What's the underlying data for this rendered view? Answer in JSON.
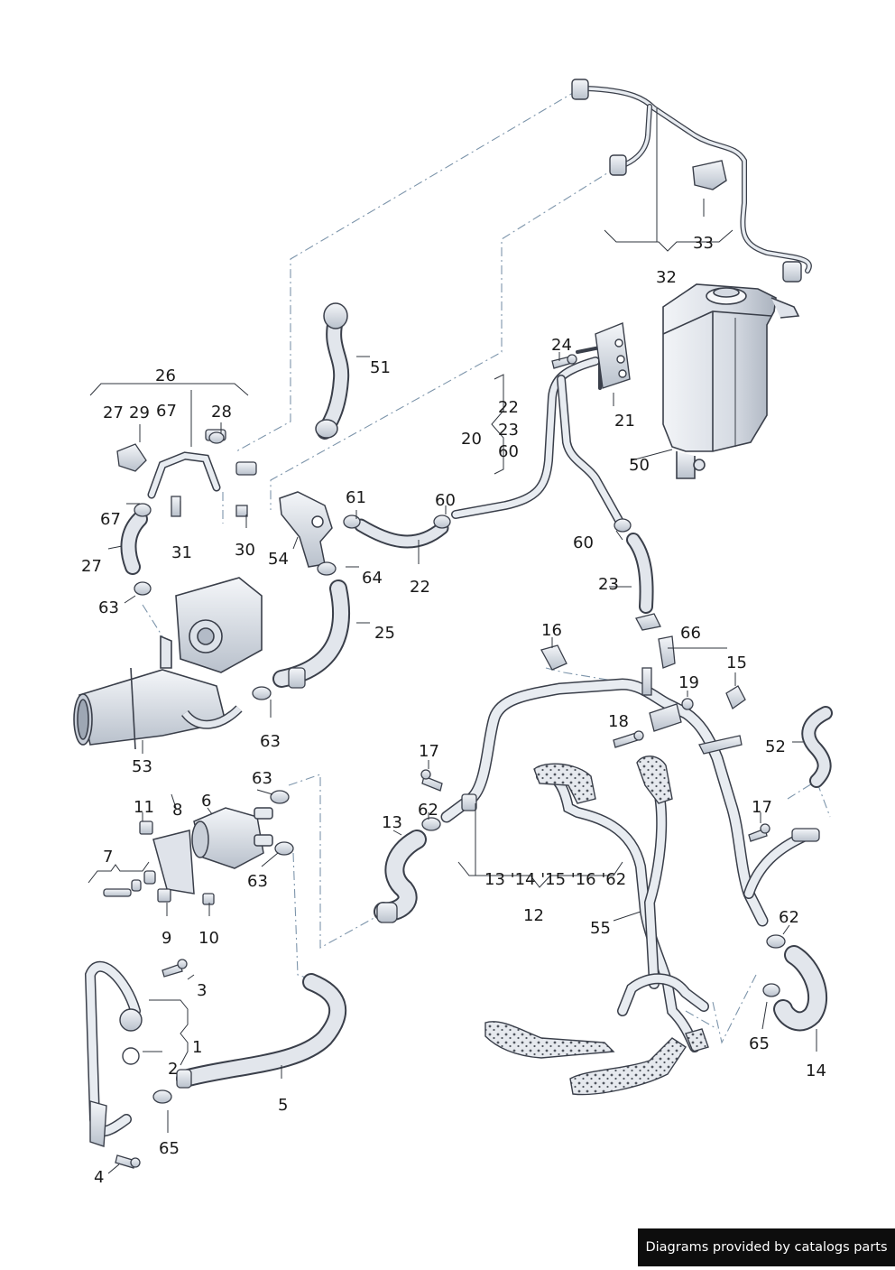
{
  "diagram": {
    "labels": [
      "1",
      "2",
      "3",
      "4",
      "5",
      "6",
      "7",
      "8",
      "9",
      "10",
      "11",
      "12",
      "13",
      "14",
      "16",
      "15",
      "17",
      "17",
      "18",
      "19",
      "20",
      "21",
      "22",
      "23",
      "60",
      "22",
      "23",
      "24",
      "25",
      "26",
      "27",
      "29",
      "67",
      "28",
      "27",
      "30",
      "31",
      "32",
      "33",
      "50",
      "51",
      "52",
      "53",
      "54",
      "55",
      "60",
      "60",
      "61",
      "62",
      "62",
      "63",
      "63",
      "63",
      "63",
      "64",
      "65",
      "65",
      "66",
      "67",
      "13 '14 '15 '16 '62"
    ],
    "parts": {
      "pump": "electric-coolant-pump",
      "reservoir": "expansion-tank",
      "egr": "egr-cooler-housing"
    }
  },
  "footer": {
    "text": "Diagrams provided by catalogs parts"
  },
  "colors": {
    "part_fill": "#e4e8ef",
    "part_stroke": "#3a3f4a",
    "shade": "#b8c0cc",
    "leader": "#6e8aa3",
    "dots": "#555a63"
  }
}
